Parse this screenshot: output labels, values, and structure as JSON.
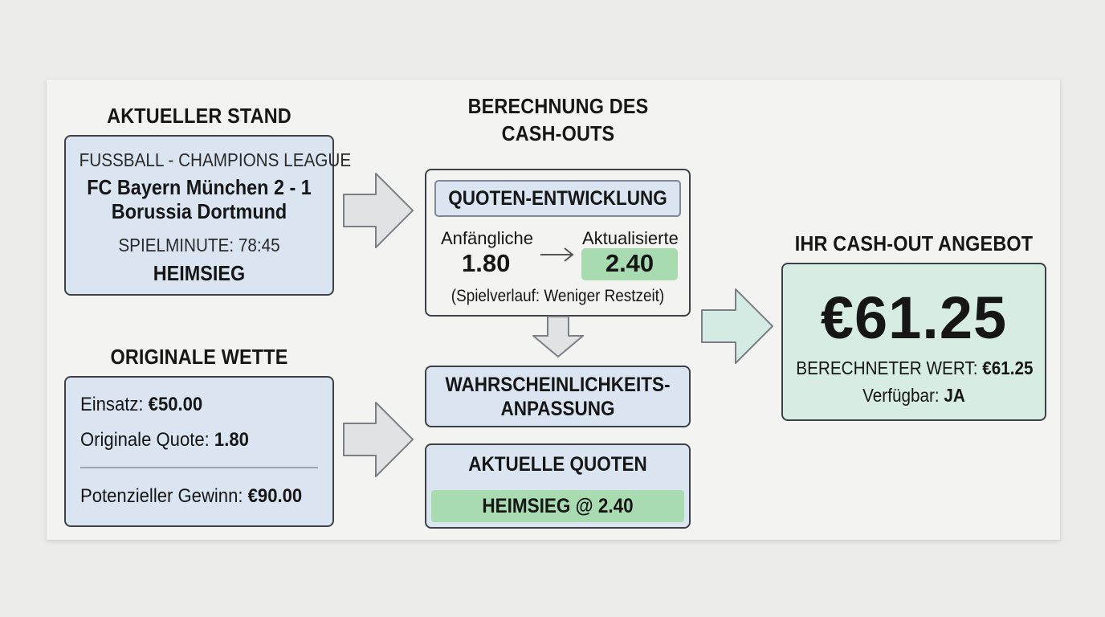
{
  "current_status": {
    "heading": "AKTUELLER STAND",
    "league": "FUSSBALL - CHAMPIONS LEAGUE",
    "match_line1": "FC Bayern München 2 - 1",
    "match_line2": "Borussia Dortmund",
    "minute": "SPIELMINUTE: 78:45",
    "bet_type": "HEIMSIEG"
  },
  "original_bet": {
    "heading": "ORIGINALE WETTE",
    "stake_label": "Einsatz:",
    "stake_value": "€50.00",
    "odds_label": "Originale Quote:",
    "odds_value": "1.80",
    "win_label": "Potenzieller Gewinn:",
    "win_value": "€90.00"
  },
  "calculation": {
    "heading_line1": "BERECHNUNG DES",
    "heading_line2": "CASH-OUTS",
    "odds_dev": {
      "title": "QUOTEN-ENTWICKLUNG",
      "initial_label": "Anfängliche",
      "initial_value": "1.80",
      "updated_label": "Aktualisierte",
      "updated_value": "2.40",
      "note": "(Spielverlauf: Weniger Restzeit)"
    },
    "probability": {
      "line1": "WAHRSCHEINLICHKEITS-",
      "line2": "ANPASSUNG"
    },
    "current_odds": {
      "title": "AKTUELLE QUOTEN",
      "value": "HEIMSIEG @ 2.40"
    }
  },
  "offer": {
    "heading": "IHR CASH-OUT ANGEBOT",
    "amount": "€61.25",
    "computed_label": "BERECHNETER WERT:",
    "computed_value": "€61.25",
    "available_label": "Verfügbar:",
    "available_value": "JA"
  },
  "colors": {
    "box_blue": "#dbe5f1",
    "box_mint": "#d7ede4",
    "highlight_green": "#a8dcb0",
    "border": "#3d4046"
  }
}
